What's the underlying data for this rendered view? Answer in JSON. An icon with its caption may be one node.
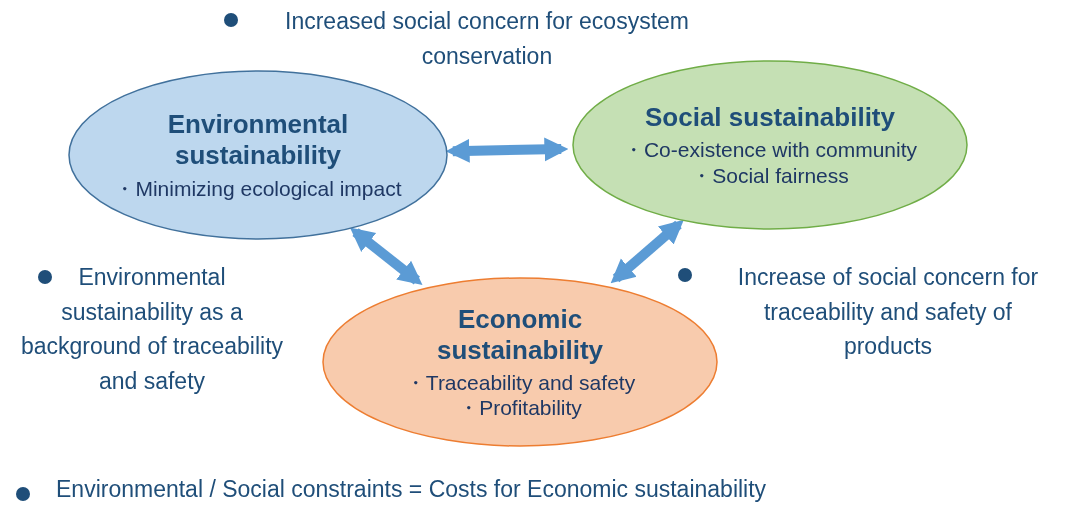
{
  "diagram": {
    "nodes": [
      {
        "text": [
          "Environmental sustainability",
          "・Minimizing ecological impact"
        ]
      },
      {
        "text": [
          "Social sustainability",
          "・Co-existence with community",
          "・Social fairness"
        ]
      },
      {
        "text": [
          "Economic sustainability",
          "・Traceability and safety",
          "・Profitability"
        ]
      }
    ],
    "edges": [
      {
        "from": 0,
        "to": 1,
        "arrow": "both"
      },
      {
        "from": 0,
        "to": 2,
        "arrow": "both"
      },
      {
        "from": 1,
        "to": 2,
        "arrow": "both"
      }
    ],
    "labels": [
      "Increased social concern for ecosystem conservation",
      "Environmental sustainability as a background of traceability and safety",
      "Increase of social concern for traceability and safety of products",
      "Environmental / Social constraints = Costs for Economic sustainability"
    ]
  }
}
